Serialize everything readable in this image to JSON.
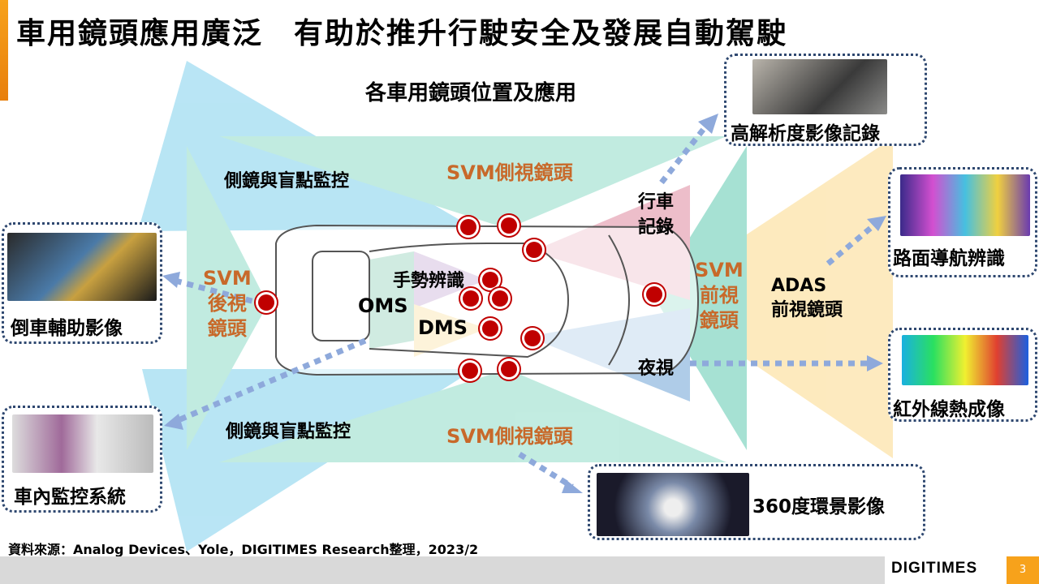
{
  "title": "車用鏡頭應用廣泛　有助於推升行駛安全及發展自動駕駛",
  "subtitle": "各車用鏡頭位置及應用",
  "labels": {
    "side_mirror_top": "側鏡與盲點監控",
    "side_mirror_bottom": "側鏡與盲點監控",
    "svm_side_top": "SVM側視鏡頭",
    "svm_side_bottom": "SVM側視鏡頭",
    "svm_rear": [
      "SVM",
      "後視",
      "鏡頭"
    ],
    "svm_front": [
      "SVM",
      "前視",
      "鏡頭"
    ],
    "dashcam": [
      "行車",
      "記錄"
    ],
    "gesture": "手勢辨識",
    "oms": "OMS",
    "dms": "DMS",
    "adas": [
      "ADAS",
      "前視鏡頭"
    ],
    "night_vision": "夜視"
  },
  "callouts": {
    "hd_recording": "高解析度影像記錄",
    "road_nav": "路面導航辨識",
    "infrared": "紅外線熱成像",
    "reverse": "倒車輔助影像",
    "cabin_monitor": "車內監控系統",
    "surround": "360度環景影像"
  },
  "source": "資料來源：Analog Devices、Yole，DIGITIMES Research整理，2023/2",
  "logo": "DIGITIMES",
  "page_number": "3",
  "colors": {
    "accent": "#f7a21b",
    "svm_label": "#c8692a",
    "arrow": "#8ea9db",
    "callout_border": "#2f4870"
  }
}
